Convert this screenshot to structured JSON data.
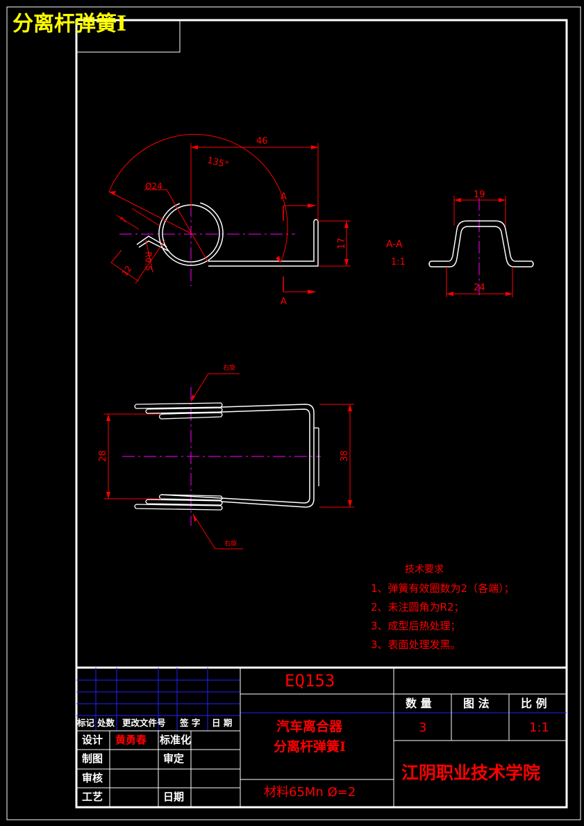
{
  "drawing": {
    "sheet_title": "分离杆弹簧Ⅰ",
    "section_mark": "A",
    "section_view_label": "A-A",
    "section_view_scale": "1:1",
    "dims": {
      "d46": "46",
      "angle135": "135°",
      "dia24": "Ø24",
      "d7": "7",
      "r05": "R0.5",
      "d12": "12",
      "d17": "17",
      "d19": "19",
      "d24": "24",
      "d28": "28",
      "d38": "38"
    },
    "rotation_note_top": "右旋",
    "rotation_note_bottom": "右旋"
  },
  "tech_requirements": {
    "heading": "技术要求",
    "items": [
      "1、弹簧有效圈数为2（各端）；",
      "2、未注圆角为R2；",
      "3、成型后热处理；",
      "3、表面处理发黑。"
    ]
  },
  "title_block": {
    "drawing_number": "EQ153",
    "revision_headers": [
      "标记",
      "处数",
      "更改文件号",
      "签 字",
      "日 期"
    ],
    "design_label": "设计",
    "designer": "黄勇春",
    "standardization_label": "标准化",
    "drafting_label": "制图",
    "approval_label": "审定",
    "review_label": "审核",
    "process_label": "工艺",
    "date_label": "日期",
    "product_name_line1": "汽车离合器",
    "product_name_line2": "分离杆弹簧Ⅰ",
    "material": "材料65Mn  Ø=2",
    "quantity_header": "数 量",
    "method_header": "图 法",
    "scale_header": "比 例",
    "quantity_value": "3",
    "method_value": "",
    "scale_value": "1:1",
    "institution": "江阴职业技术学院"
  }
}
